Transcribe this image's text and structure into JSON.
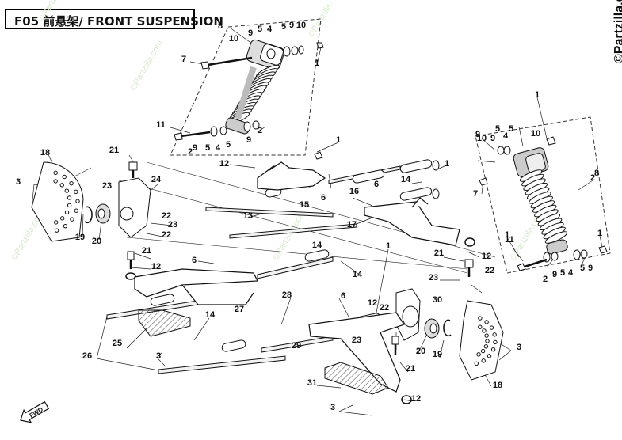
{
  "title": "F05 前悬架/ FRONT SUSPENSION",
  "copyright": "©Partzilla.com",
  "watermark": "©Partzilla.com",
  "fwd_badge": "FWD",
  "callouts": [
    "1",
    "1",
    "1",
    "1",
    "1",
    "1",
    "1",
    "2",
    "2",
    "2",
    "2",
    "3",
    "3",
    "3",
    "3",
    "4",
    "4",
    "4",
    "4",
    "5",
    "5",
    "5",
    "5",
    "5",
    "5",
    "5",
    "5",
    "6",
    "6",
    "6",
    "6",
    "7",
    "7",
    "8",
    "8",
    "9",
    "9",
    "9",
    "9",
    "9",
    "9",
    "9",
    "9",
    "10",
    "10",
    "10",
    "10",
    "11",
    "11",
    "12",
    "12",
    "12",
    "12",
    "12",
    "13",
    "14",
    "14",
    "14",
    "14",
    "15",
    "16",
    "17",
    "18",
    "18",
    "19",
    "19",
    "20",
    "20",
    "21",
    "21",
    "21",
    "21",
    "22",
    "22",
    "22",
    "22",
    "23",
    "23",
    "23",
    "23",
    "24",
    "25",
    "26",
    "27",
    "28",
    "29",
    "30",
    "31"
  ]
}
